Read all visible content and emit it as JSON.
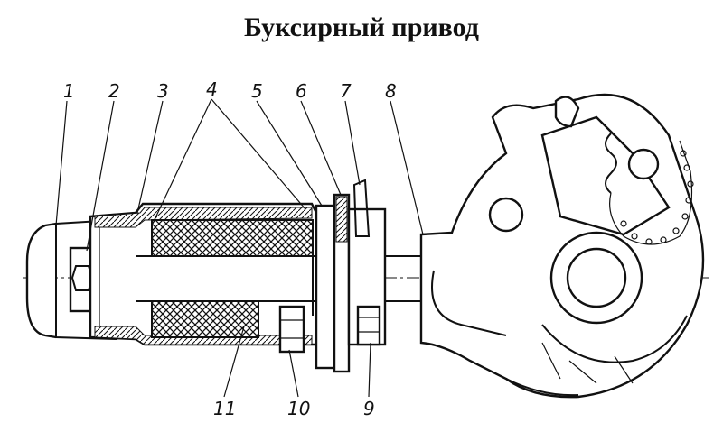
{
  "title": "Буксирный привод",
  "callouts": [
    "1",
    "2",
    "3",
    "4",
    "5",
    "6",
    "7",
    "8",
    "11",
    "10",
    "9"
  ]
}
